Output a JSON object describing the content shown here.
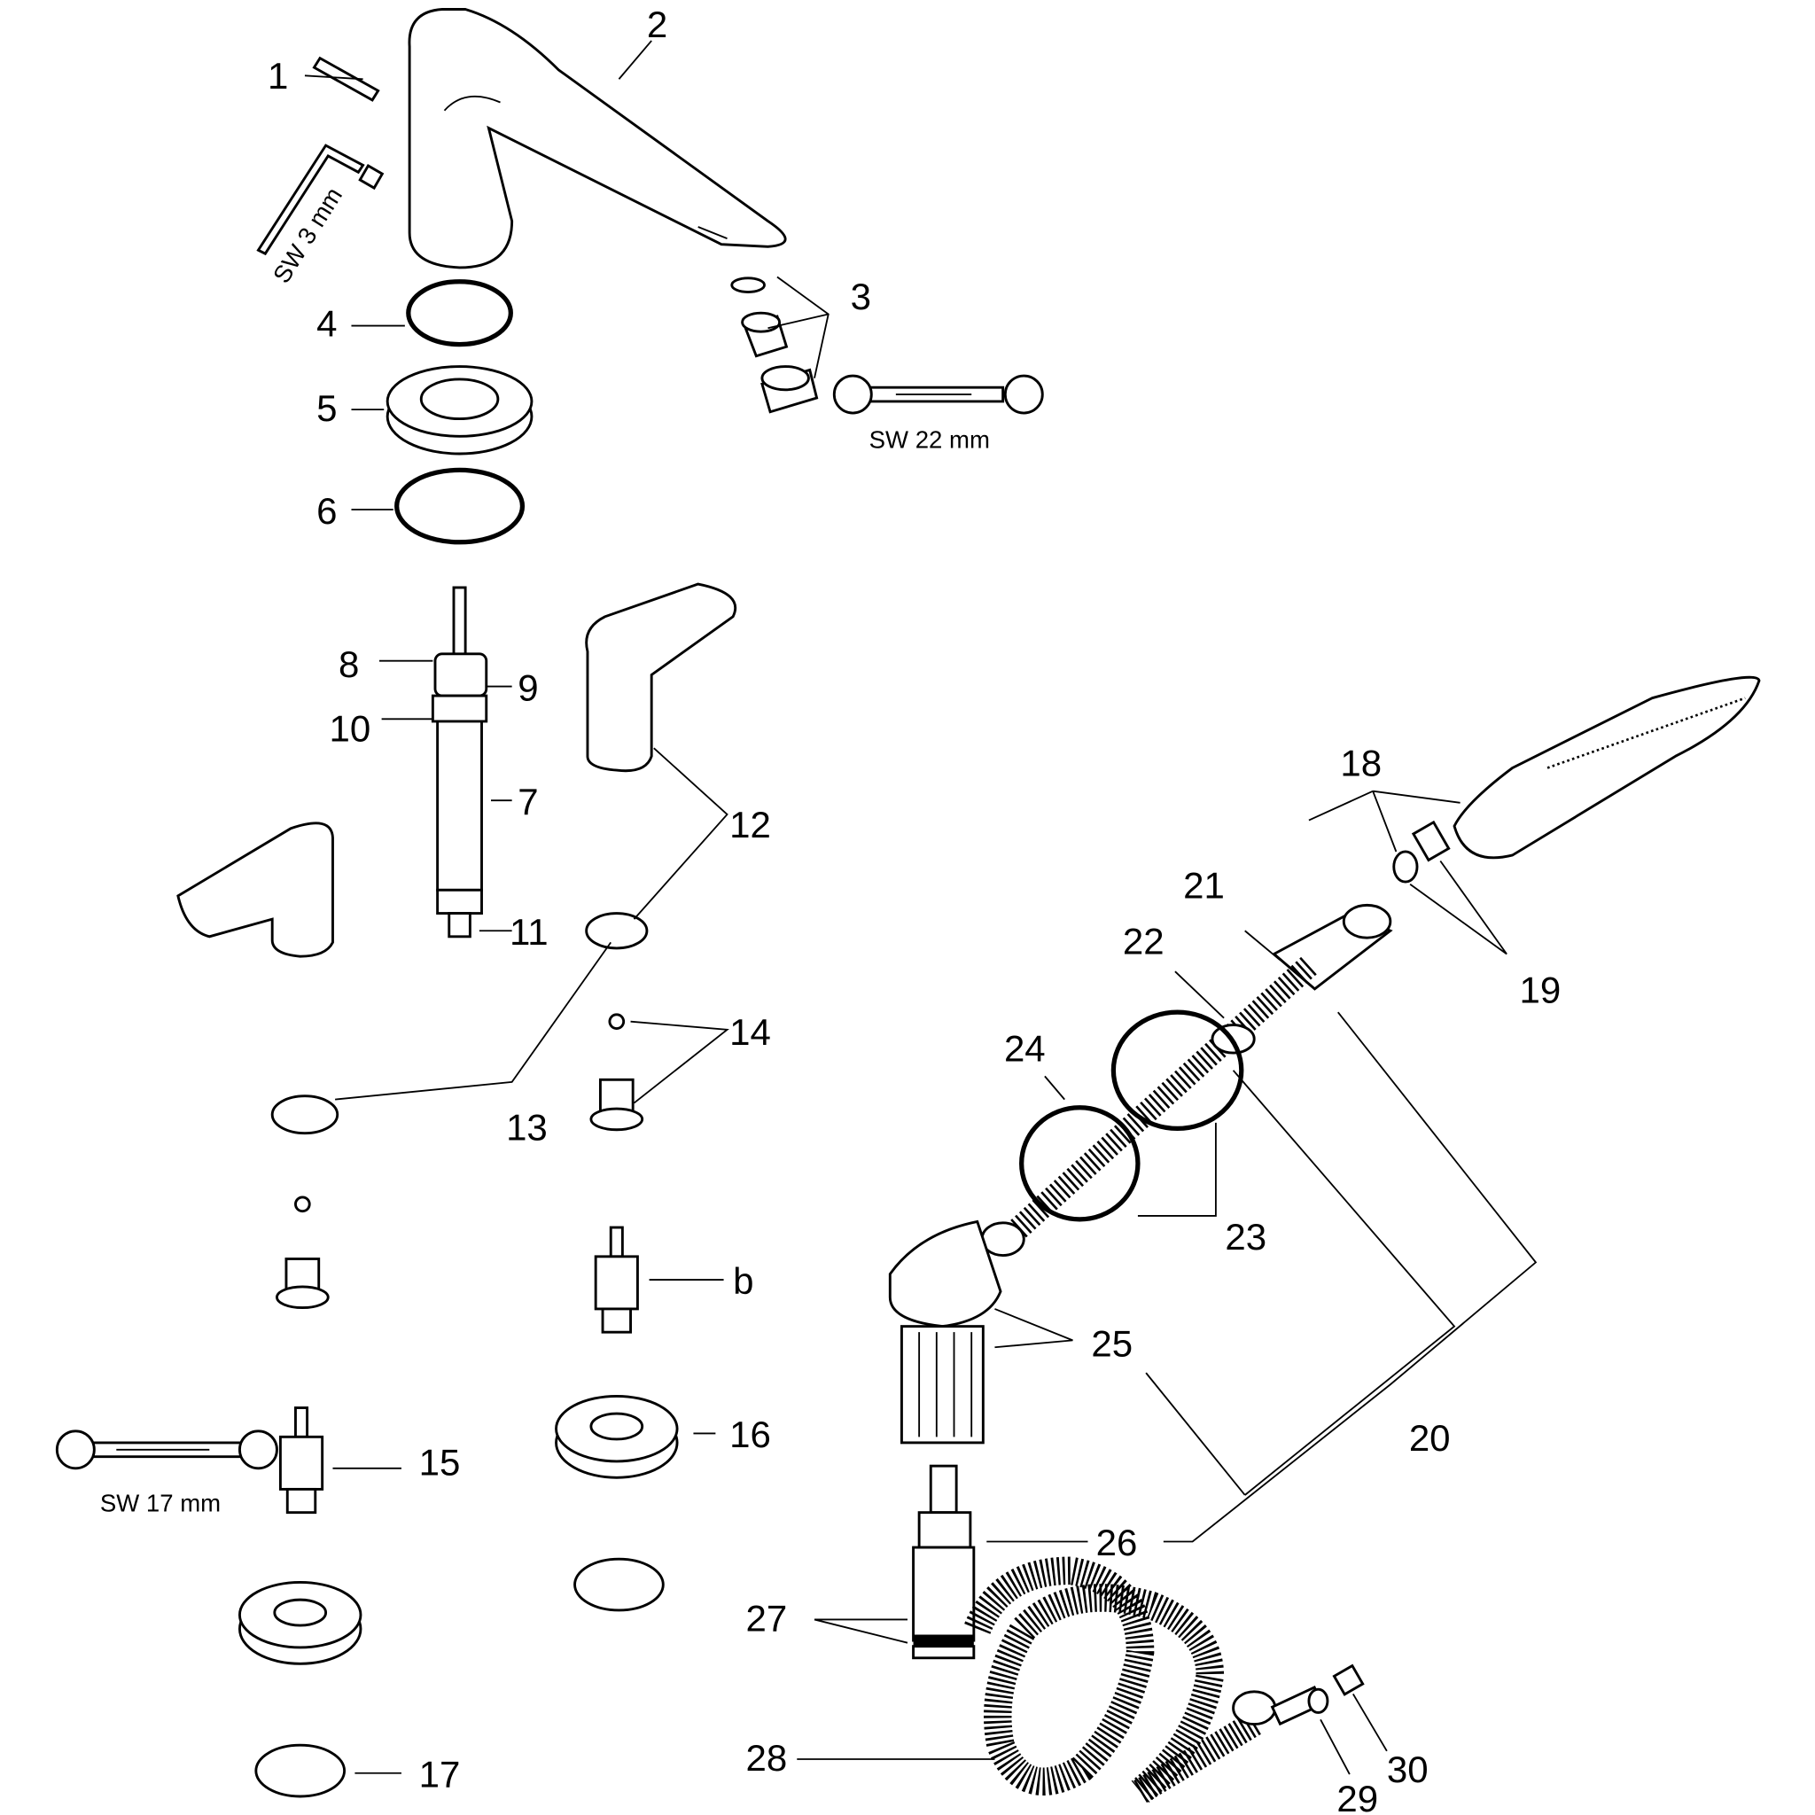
{
  "diagram": {
    "title": "Exploded parts view - bath mixer with hand shower",
    "part_labels": {
      "p1": "1",
      "p2": "2",
      "p3": "3",
      "p4": "4",
      "p5": "5",
      "p6": "6",
      "p7": "7",
      "p8": "8",
      "p9": "9",
      "p10": "10",
      "p11": "11",
      "p12": "12",
      "p13": "13",
      "p14": "14",
      "p15": "15",
      "p16": "16",
      "p17": "17",
      "p18": "18",
      "p19": "19",
      "p20": "20",
      "p21": "21",
      "p22": "22",
      "p23": "23",
      "p24": "24",
      "p25": "25",
      "p26": "26",
      "p27": "27",
      "p28": "28",
      "p29": "29",
      "p30": "30",
      "pb": "b"
    },
    "tool_labels": {
      "hex_key": "SW 3 mm",
      "wrench_22": "SW 22 mm",
      "wrench_17": "SW 17 mm"
    }
  }
}
